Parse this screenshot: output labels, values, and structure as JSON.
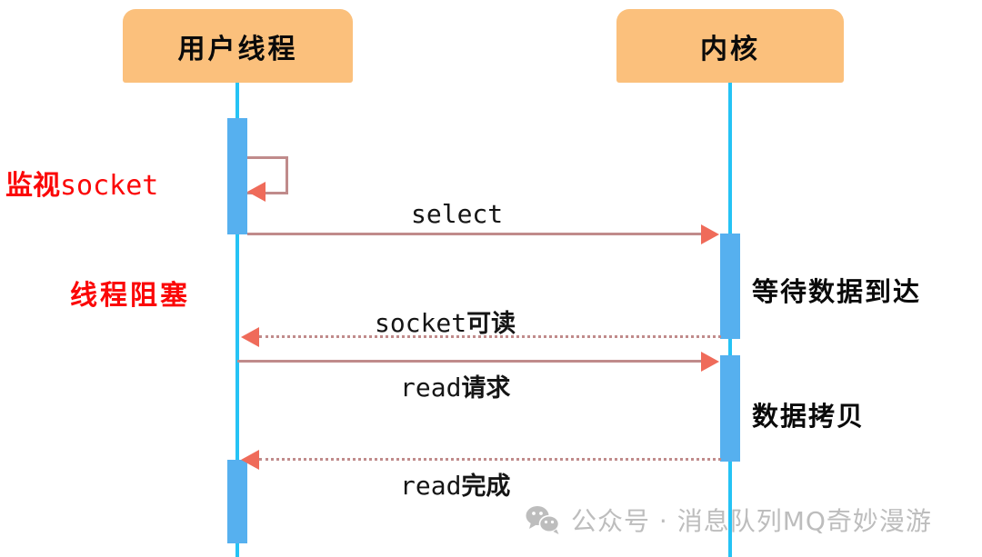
{
  "diagram": {
    "type": "sequence-diagram",
    "title": "select IO multiplexing sequence",
    "colors": {
      "participant_fill": "#fbc07c",
      "lifeline": "#25c3f5",
      "activation": "#56b0ef",
      "message_line": "#c08b8b",
      "arrow_head": "#ef6b5a",
      "note_red": "#fb0707",
      "watermark": "#bdbdbd",
      "background": "#ffffff"
    },
    "participants": [
      {
        "id": "user",
        "label": "用户线程"
      },
      {
        "id": "kernel",
        "label": "内核"
      }
    ],
    "self_messages": [
      {
        "id": "monitor-loop",
        "from": "user",
        "to": "user",
        "label": "",
        "style": "solid"
      }
    ],
    "messages": [
      {
        "id": "select",
        "label": "select",
        "mono_part": "select",
        "cjk_part": "",
        "from": "user",
        "to": "kernel",
        "direction": "right",
        "style": "solid"
      },
      {
        "id": "socket-readable",
        "label": "socket可读",
        "mono_part": "socket",
        "cjk_part": "可读",
        "from": "kernel",
        "to": "user",
        "direction": "left",
        "style": "dashed"
      },
      {
        "id": "read-request",
        "label": "read请求",
        "mono_part": "read",
        "cjk_part": "请求",
        "from": "user",
        "to": "kernel",
        "direction": "right",
        "style": "solid"
      },
      {
        "id": "read-complete",
        "label": "read完成",
        "mono_part": "read",
        "cjk_part": "完成",
        "from": "kernel",
        "to": "user",
        "direction": "left",
        "style": "dashed"
      }
    ],
    "left_notes": [
      {
        "id": "monitor-socket",
        "cjk_part": "监视",
        "mono_part": "socket",
        "full": "监视socket"
      },
      {
        "id": "thread-blocked",
        "cjk_part": "线程阻塞",
        "mono_part": "",
        "full": "线程阻塞"
      }
    ],
    "right_notes": [
      {
        "id": "waiting-for-data",
        "label": "等待数据到达"
      },
      {
        "id": "data-copy",
        "label": "数据拷贝"
      }
    ],
    "watermark": {
      "icon": "wechat-icon",
      "text": "公众号 · 消息队列MQ奇妙漫游"
    }
  }
}
